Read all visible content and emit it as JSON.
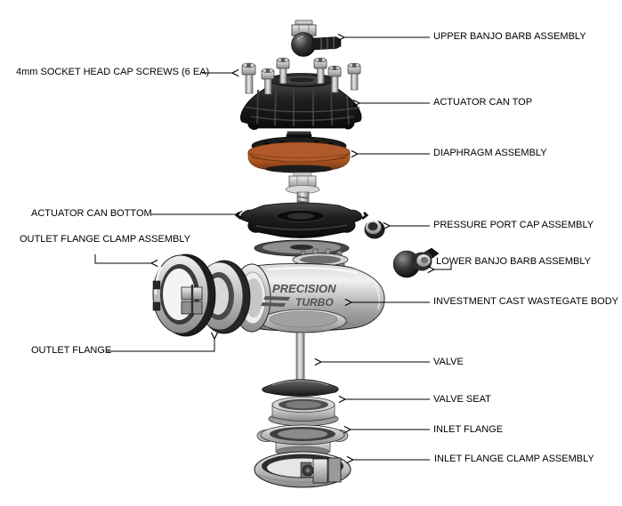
{
  "diagram": {
    "type": "exploded-parts-diagram",
    "subject": "wastegate assembly",
    "labels": {
      "upper_banjo": "UPPER BANJO BARB ASSEMBLY",
      "cap_screws": "4mm SOCKET HEAD CAP SCREWS (6 EA)",
      "actuator_can_top": "ACTUATOR CAN TOP",
      "diaphragm": "DIAPHRAGM ASSEMBLY",
      "actuator_can_bottom": "ACTUATOR CAN BOTTOM",
      "pressure_port_cap": "PRESSURE PORT CAP ASSEMBLY",
      "outlet_flange_clamp": "OUTLET FLANGE CLAMP ASSEMBLY",
      "lower_banjo": "LOWER BANJO BARB ASSEMBLY",
      "wastegate_body": "INVESTMENT CAST WASTEGATE BODY",
      "outlet_flange": "OUTLET FLANGE",
      "valve": "VALVE",
      "valve_seat": "VALVE SEAT",
      "inlet_flange": "INLET FLANGE",
      "inlet_flange_clamp": "INLET FLANGE CLAMP ASSEMBLY"
    },
    "body_logo": {
      "line1": "PRECISION",
      "line2": "TURBO"
    },
    "colors": {
      "background": "#ffffff",
      "label_text": "#000000",
      "leader_lines": "#000000",
      "diaphragm_orange": "#a9521f",
      "actuator_can_black": "#161616",
      "cast_body_silver": "#c9c9c9"
    }
  }
}
